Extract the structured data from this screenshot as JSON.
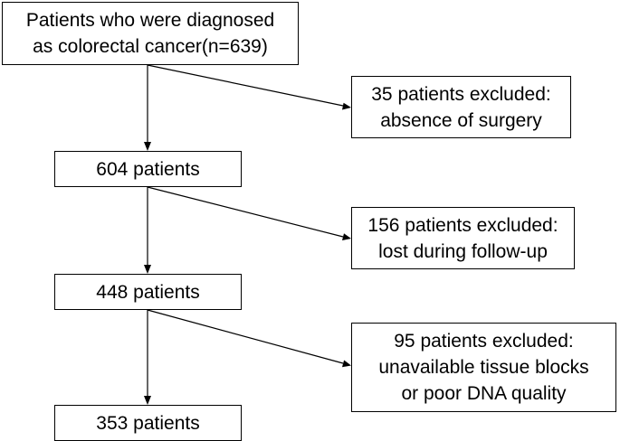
{
  "flowchart": {
    "start": {
      "line1": "Patients who were diagnosed",
      "line2": "as colorectal cancer(n=639)"
    },
    "steps": [
      {
        "label": "604 patients"
      },
      {
        "label": "448 patients"
      },
      {
        "label": "353 patients"
      }
    ],
    "exclusions": [
      {
        "line1": "35 patients excluded:",
        "line2": "absence of surgery"
      },
      {
        "line1": "156 patients excluded:",
        "line2": "lost during follow-up"
      },
      {
        "line1": "95 patients excluded:",
        "line2": "unavailable tissue blocks",
        "line3": "or poor DNA quality"
      }
    ]
  },
  "colors": {
    "line": "#000000",
    "box_border": "#000000",
    "background": "#ffffff"
  }
}
